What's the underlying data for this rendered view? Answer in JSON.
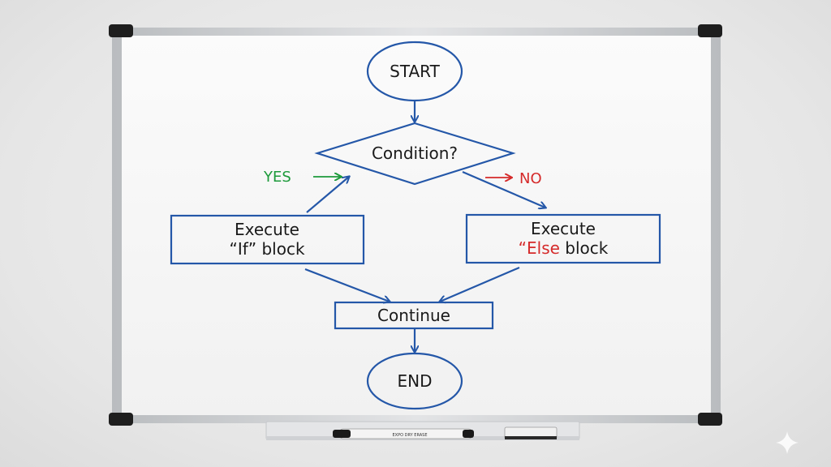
{
  "diagram": {
    "nodes": {
      "start": "START",
      "condition": "Condition?",
      "if_block_line1": "Execute",
      "if_block_line2": "“If” block",
      "else_block_line1": "Execute",
      "else_block_quote": "“Else",
      "else_block_rest": " block",
      "continue": "Continue",
      "end": "END"
    },
    "branches": {
      "yes": "YES",
      "no": "NO"
    },
    "marker_label": "EXPO DRY ERASE"
  },
  "colors": {
    "ink_blue": "#2457a8",
    "yes_green": "#1c9a3a",
    "no_red": "#d52a2a",
    "board": "#f7f7f7",
    "frame": "#c9cbcd"
  }
}
